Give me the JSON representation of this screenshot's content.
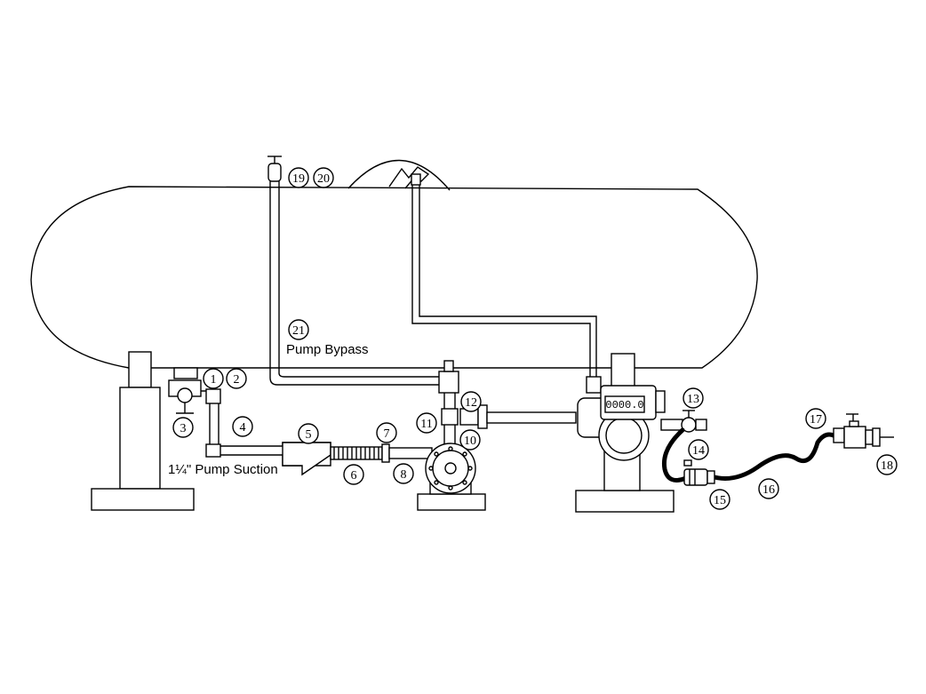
{
  "callouts": [
    "1",
    "2",
    "3",
    "4",
    "5",
    "6",
    "7",
    "8",
    "10",
    "11",
    "12",
    "13",
    "14",
    "15",
    "16",
    "17",
    "18",
    "19",
    "20",
    "21"
  ],
  "labels": {
    "pump_bypass": "Pump Bypass",
    "pump_suction": "1¼\" Pump Suction",
    "meter_reading": "0000.0"
  }
}
